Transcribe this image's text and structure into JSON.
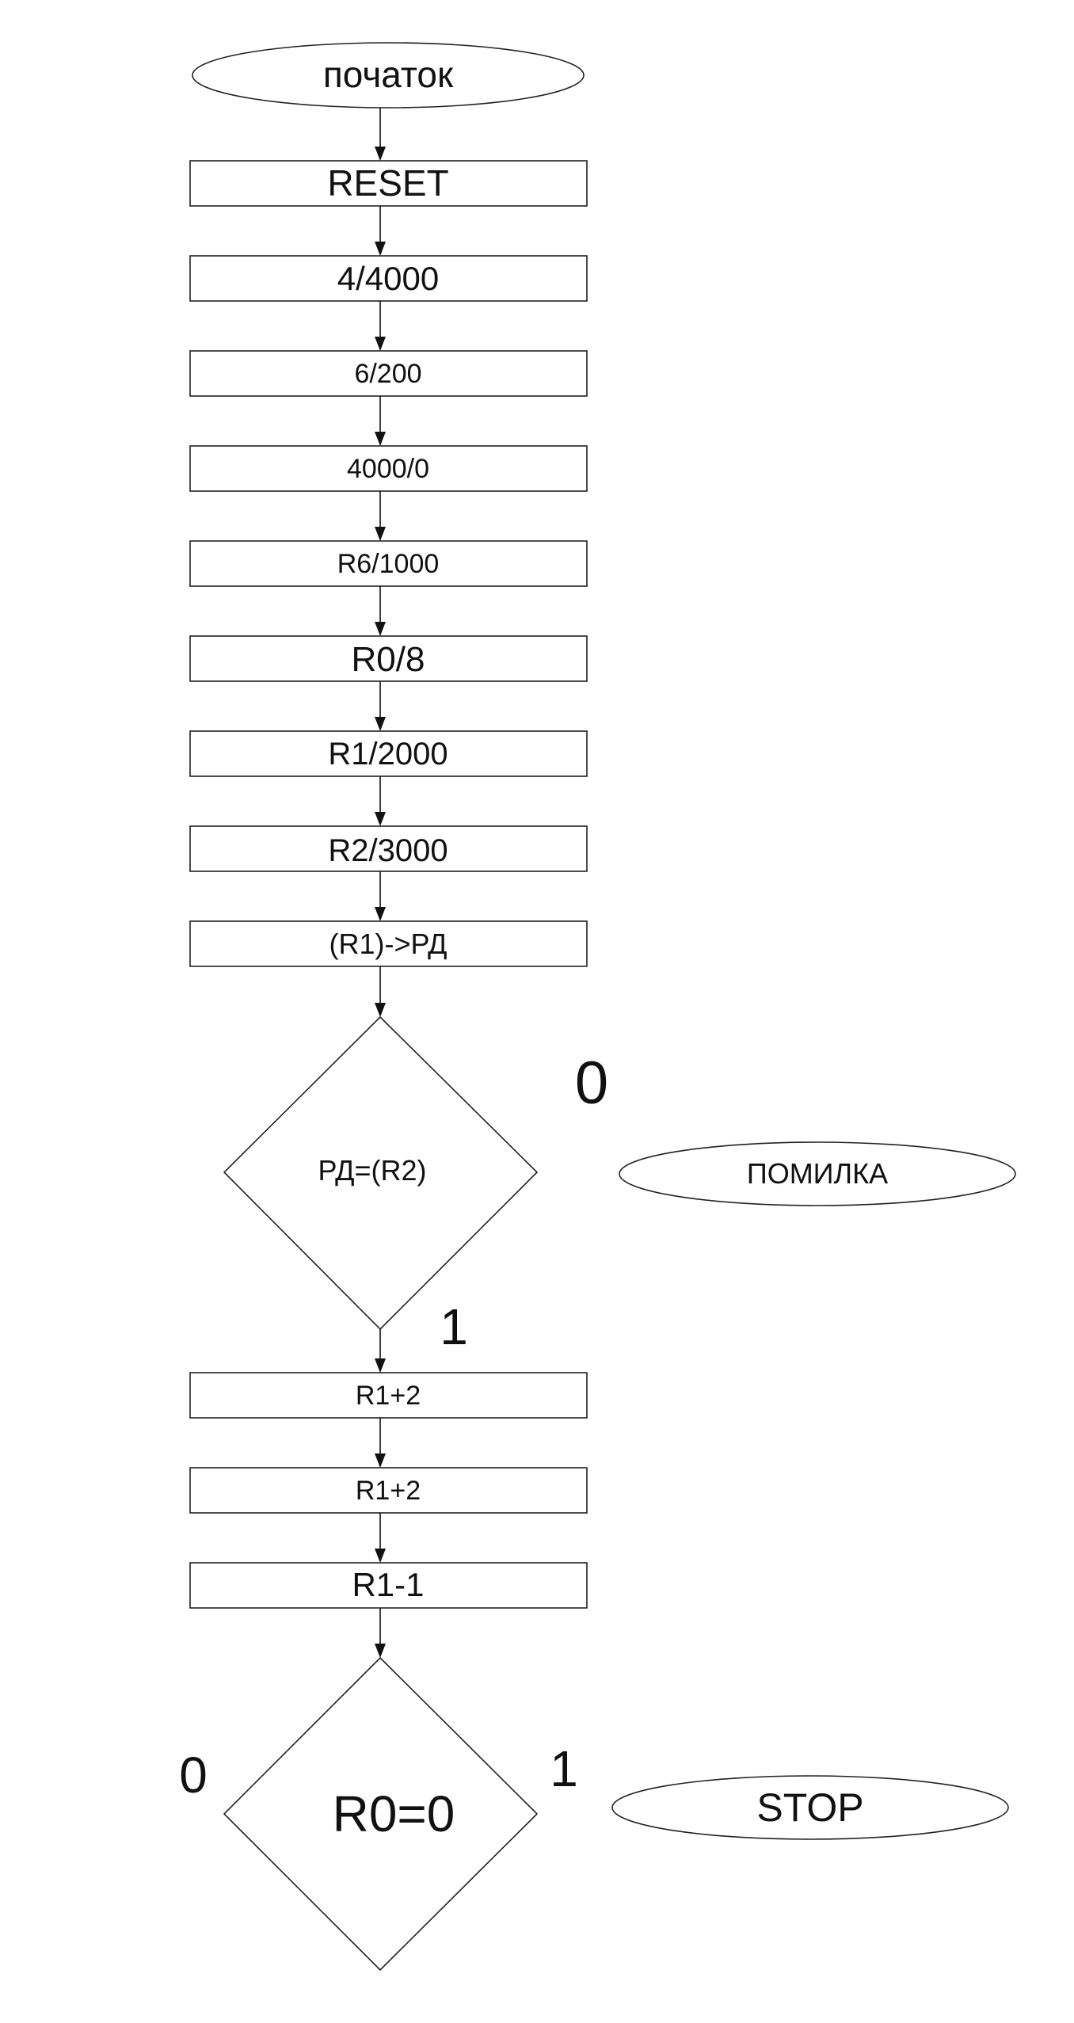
{
  "start": "початок",
  "steps": [
    "RESET",
    "4/4000",
    "6/200",
    "4000/0",
    "R6/1000",
    "R0/8",
    "R1/2000",
    "R2/3000",
    "(R1)->РД"
  ],
  "decision1": {
    "condition": "РД=(R2)",
    "false_label": "0",
    "true_label": "1",
    "false_terminal": "ПОМИЛКА"
  },
  "steps2": [
    "R1+2",
    "R1+2",
    "R1-1"
  ],
  "decision2": {
    "condition": "R0=0",
    "false_label": "0",
    "true_label": "1",
    "true_terminal": "STOP"
  }
}
